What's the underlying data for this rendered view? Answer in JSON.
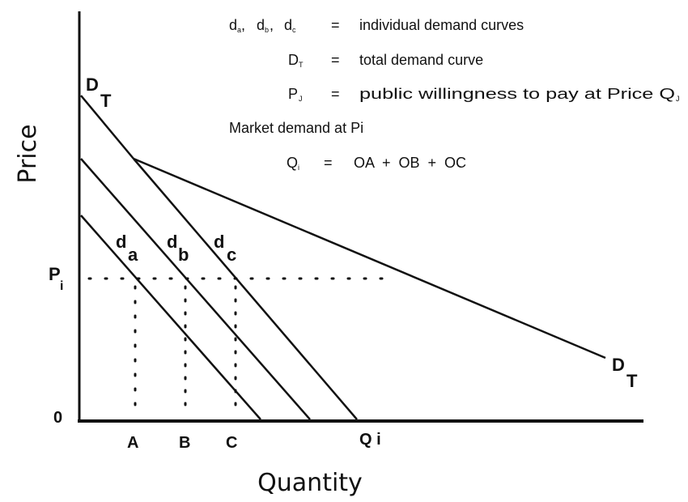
{
  "axes": {
    "y_title": "Price",
    "x_title": "Quantity",
    "origin": "0",
    "price_label": "P",
    "price_label_sub": "i",
    "x_ticks": [
      "A",
      "B",
      "C"
    ],
    "qi_label": "Q i"
  },
  "curves": {
    "total_main": "D",
    "total_sub": "T",
    "da_main": "d",
    "da_sub": "a",
    "db_main": "d",
    "db_sub": "b",
    "dc_main": "d",
    "dc_sub": "c"
  },
  "legend": {
    "row1_sym": "d",
    "row1_sub_a": "a",
    "row1_sub_b": "b",
    "row1_sub_c": "c",
    "row1_sep": ",",
    "row1_eq": "=",
    "row1_text": "individual demand curves",
    "row2_main": "D",
    "row2_sub": "T",
    "row2_eq": "=",
    "row2_text": "total demand curve",
    "row3_main": "P",
    "row3_sub": "J",
    "row3_eq": "=",
    "row3_text": "public willingness to pay at Price Q",
    "row3_text_sub": "J",
    "row4_text": "Market demand at Pi",
    "row5_main": "Q",
    "row5_sub": "i",
    "row5_eq": "=",
    "row5_text": "OA  +  OB  +  OC"
  }
}
